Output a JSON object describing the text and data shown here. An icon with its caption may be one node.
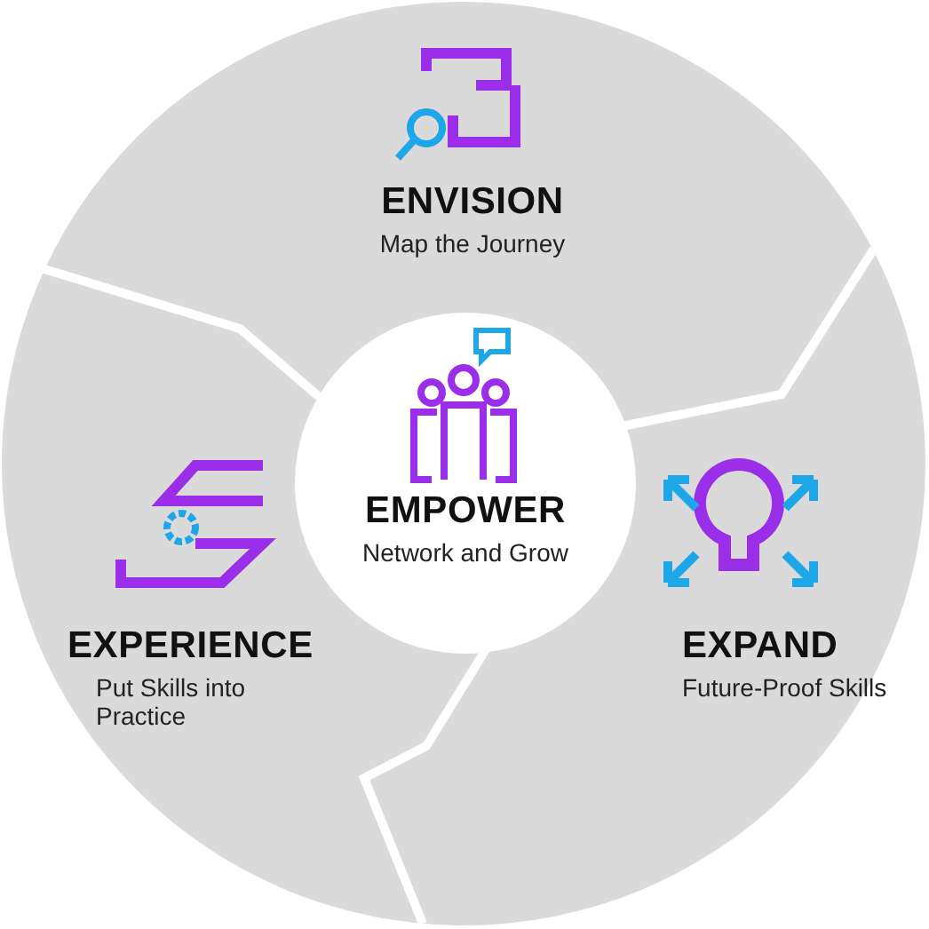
{
  "diagram": {
    "nodes": [
      {
        "text": [
          "ENVISION",
          "Map the Journey"
        ]
      },
      {
        "text": [
          "EMPOWER",
          "Network and Grow"
        ]
      },
      {
        "text": [
          "EXPERIENCE",
          "Put Skills into Practice"
        ]
      },
      {
        "text": [
          "EXPAND",
          "Future-Proof Skills"
        ]
      }
    ]
  }
}
